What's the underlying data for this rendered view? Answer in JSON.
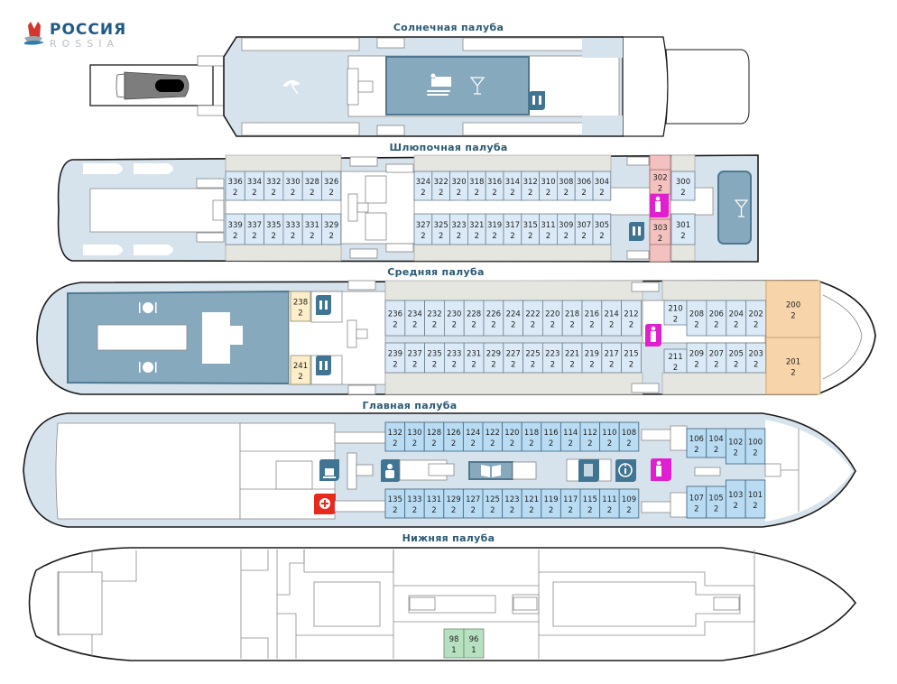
{
  "brand": {
    "name_ru": "РОССИЯ",
    "name_en": "ROSSIA"
  },
  "colors": {
    "deck_title": "#2a5a74",
    "cabin_standard": "#dbeaf6",
    "cabin_main_deck": "#b9dcf3",
    "cabin_pink": "#f3c1c0",
    "cabin_yellow": "#fbeec8",
    "cabin_suite": "#f7d4aa",
    "cabin_single": "#b6e0c0",
    "hall": "#87a9bd",
    "service_icon": "#3f7592",
    "wc_accessible_icon": "#e020d0",
    "medical_icon": "#e62a1c"
  },
  "decks": [
    {
      "id": "sun",
      "title": "Солнечная палуба",
      "icons": [
        "sunbed-umbrella-icon",
        "conference-hall-icon",
        "cocktail-bar-icon",
        "restroom-icon"
      ],
      "cabins_top": [],
      "cabins_bottom": []
    },
    {
      "id": "boat",
      "title": "Шлюпочная палуба",
      "icons": [
        "restroom-icon",
        "accessible-restroom-icon",
        "cocktail-bar-icon"
      ],
      "cabins_top": [
        {
          "num": "336",
          "beds": "2"
        },
        {
          "num": "334",
          "beds": "2"
        },
        {
          "num": "332",
          "beds": "2"
        },
        {
          "num": "330",
          "beds": "2"
        },
        {
          "num": "328",
          "beds": "2"
        },
        {
          "num": "326",
          "beds": "2"
        },
        {
          "num": "324",
          "beds": "2"
        },
        {
          "num": "322",
          "beds": "2"
        },
        {
          "num": "320",
          "beds": "2"
        },
        {
          "num": "318",
          "beds": "2"
        },
        {
          "num": "316",
          "beds": "2"
        },
        {
          "num": "314",
          "beds": "2"
        },
        {
          "num": "312",
          "beds": "2"
        },
        {
          "num": "310",
          "beds": "2"
        },
        {
          "num": "308",
          "beds": "2"
        },
        {
          "num": "306",
          "beds": "2"
        },
        {
          "num": "304",
          "beds": "2"
        },
        {
          "num": "302",
          "beds": "2"
        },
        {
          "num": "300",
          "beds": "2"
        }
      ],
      "cabins_bottom": [
        {
          "num": "339",
          "beds": "2"
        },
        {
          "num": "337",
          "beds": "2"
        },
        {
          "num": "335",
          "beds": "2"
        },
        {
          "num": "333",
          "beds": "2"
        },
        {
          "num": "331",
          "beds": "2"
        },
        {
          "num": "329",
          "beds": "2"
        },
        {
          "num": "327",
          "beds": "2"
        },
        {
          "num": "325",
          "beds": "2"
        },
        {
          "num": "323",
          "beds": "2"
        },
        {
          "num": "321",
          "beds": "2"
        },
        {
          "num": "319",
          "beds": "2"
        },
        {
          "num": "317",
          "beds": "2"
        },
        {
          "num": "315",
          "beds": "2"
        },
        {
          "num": "311",
          "beds": "2"
        },
        {
          "num": "309",
          "beds": "2"
        },
        {
          "num": "307",
          "beds": "2"
        },
        {
          "num": "305",
          "beds": "2"
        },
        {
          "num": "303",
          "beds": "2"
        },
        {
          "num": "301",
          "beds": "2"
        }
      ]
    },
    {
      "id": "middle",
      "title": "Средняя палуба",
      "icons": [
        "restaurant-icon",
        "restaurant-icon",
        "restroom-icon",
        "restroom-icon",
        "accessible-restroom-icon"
      ],
      "cabins_top": [
        {
          "num": "238",
          "beds": "2"
        },
        {
          "num": "236",
          "beds": "2"
        },
        {
          "num": "234",
          "beds": "2"
        },
        {
          "num": "232",
          "beds": "2"
        },
        {
          "num": "230",
          "beds": "2"
        },
        {
          "num": "228",
          "beds": "2"
        },
        {
          "num": "226",
          "beds": "2"
        },
        {
          "num": "224",
          "beds": "2"
        },
        {
          "num": "222",
          "beds": "2"
        },
        {
          "num": "220",
          "beds": "2"
        },
        {
          "num": "218",
          "beds": "2"
        },
        {
          "num": "216",
          "beds": "2"
        },
        {
          "num": "214",
          "beds": "2"
        },
        {
          "num": "212",
          "beds": "2"
        },
        {
          "num": "210",
          "beds": "2"
        },
        {
          "num": "208",
          "beds": "2"
        },
        {
          "num": "206",
          "beds": "2"
        },
        {
          "num": "204",
          "beds": "2"
        },
        {
          "num": "202",
          "beds": "2"
        },
        {
          "num": "200",
          "beds": "2"
        }
      ],
      "cabins_bottom": [
        {
          "num": "241",
          "beds": "2"
        },
        {
          "num": "239",
          "beds": "2"
        },
        {
          "num": "237",
          "beds": "2"
        },
        {
          "num": "235",
          "beds": "2"
        },
        {
          "num": "233",
          "beds": "2"
        },
        {
          "num": "231",
          "beds": "2"
        },
        {
          "num": "229",
          "beds": "2"
        },
        {
          "num": "227",
          "beds": "2"
        },
        {
          "num": "225",
          "beds": "2"
        },
        {
          "num": "223",
          "beds": "2"
        },
        {
          "num": "221",
          "beds": "2"
        },
        {
          "num": "219",
          "beds": "2"
        },
        {
          "num": "217",
          "beds": "2"
        },
        {
          "num": "215",
          "beds": "2"
        },
        {
          "num": "211",
          "beds": "2"
        },
        {
          "num": "209",
          "beds": "2"
        },
        {
          "num": "207",
          "beds": "2"
        },
        {
          "num": "205",
          "beds": "2"
        },
        {
          "num": "203",
          "beds": "2"
        },
        {
          "num": "201",
          "beds": "2"
        }
      ]
    },
    {
      "id": "main",
      "title": "Главная палуба",
      "icons": [
        "cafe-icon",
        "medical-icon",
        "reception-icon",
        "library-icon",
        "documents-icon",
        "info-icon",
        "accessible-restroom-icon"
      ],
      "cabins_top": [
        {
          "num": "132",
          "beds": "2"
        },
        {
          "num": "130",
          "beds": "2"
        },
        {
          "num": "128",
          "beds": "2"
        },
        {
          "num": "126",
          "beds": "2"
        },
        {
          "num": "124",
          "beds": "2"
        },
        {
          "num": "122",
          "beds": "2"
        },
        {
          "num": "120",
          "beds": "2"
        },
        {
          "num": "118",
          "beds": "2"
        },
        {
          "num": "116",
          "beds": "2"
        },
        {
          "num": "114",
          "beds": "2"
        },
        {
          "num": "112",
          "beds": "2"
        },
        {
          "num": "110",
          "beds": "2"
        },
        {
          "num": "108",
          "beds": "2"
        },
        {
          "num": "106",
          "beds": "2"
        },
        {
          "num": "104",
          "beds": "2"
        },
        {
          "num": "102",
          "beds": "2"
        },
        {
          "num": "100",
          "beds": "2"
        }
      ],
      "cabins_bottom": [
        {
          "num": "135",
          "beds": "2"
        },
        {
          "num": "133",
          "beds": "2"
        },
        {
          "num": "131",
          "beds": "2"
        },
        {
          "num": "129",
          "beds": "2"
        },
        {
          "num": "127",
          "beds": "2"
        },
        {
          "num": "125",
          "beds": "2"
        },
        {
          "num": "123",
          "beds": "2"
        },
        {
          "num": "121",
          "beds": "2"
        },
        {
          "num": "119",
          "beds": "2"
        },
        {
          "num": "117",
          "beds": "2"
        },
        {
          "num": "115",
          "beds": "2"
        },
        {
          "num": "111",
          "beds": "2"
        },
        {
          "num": "109",
          "beds": "2"
        },
        {
          "num": "107",
          "beds": "2"
        },
        {
          "num": "105",
          "beds": "2"
        },
        {
          "num": "103",
          "beds": "2"
        },
        {
          "num": "101",
          "beds": "2"
        }
      ]
    },
    {
      "id": "lower",
      "title": "Нижняя палуба",
      "icons": [],
      "cabins_top": [],
      "cabins_bottom": [
        {
          "num": "98",
          "beds": "1"
        },
        {
          "num": "96",
          "beds": "1"
        }
      ]
    }
  ]
}
